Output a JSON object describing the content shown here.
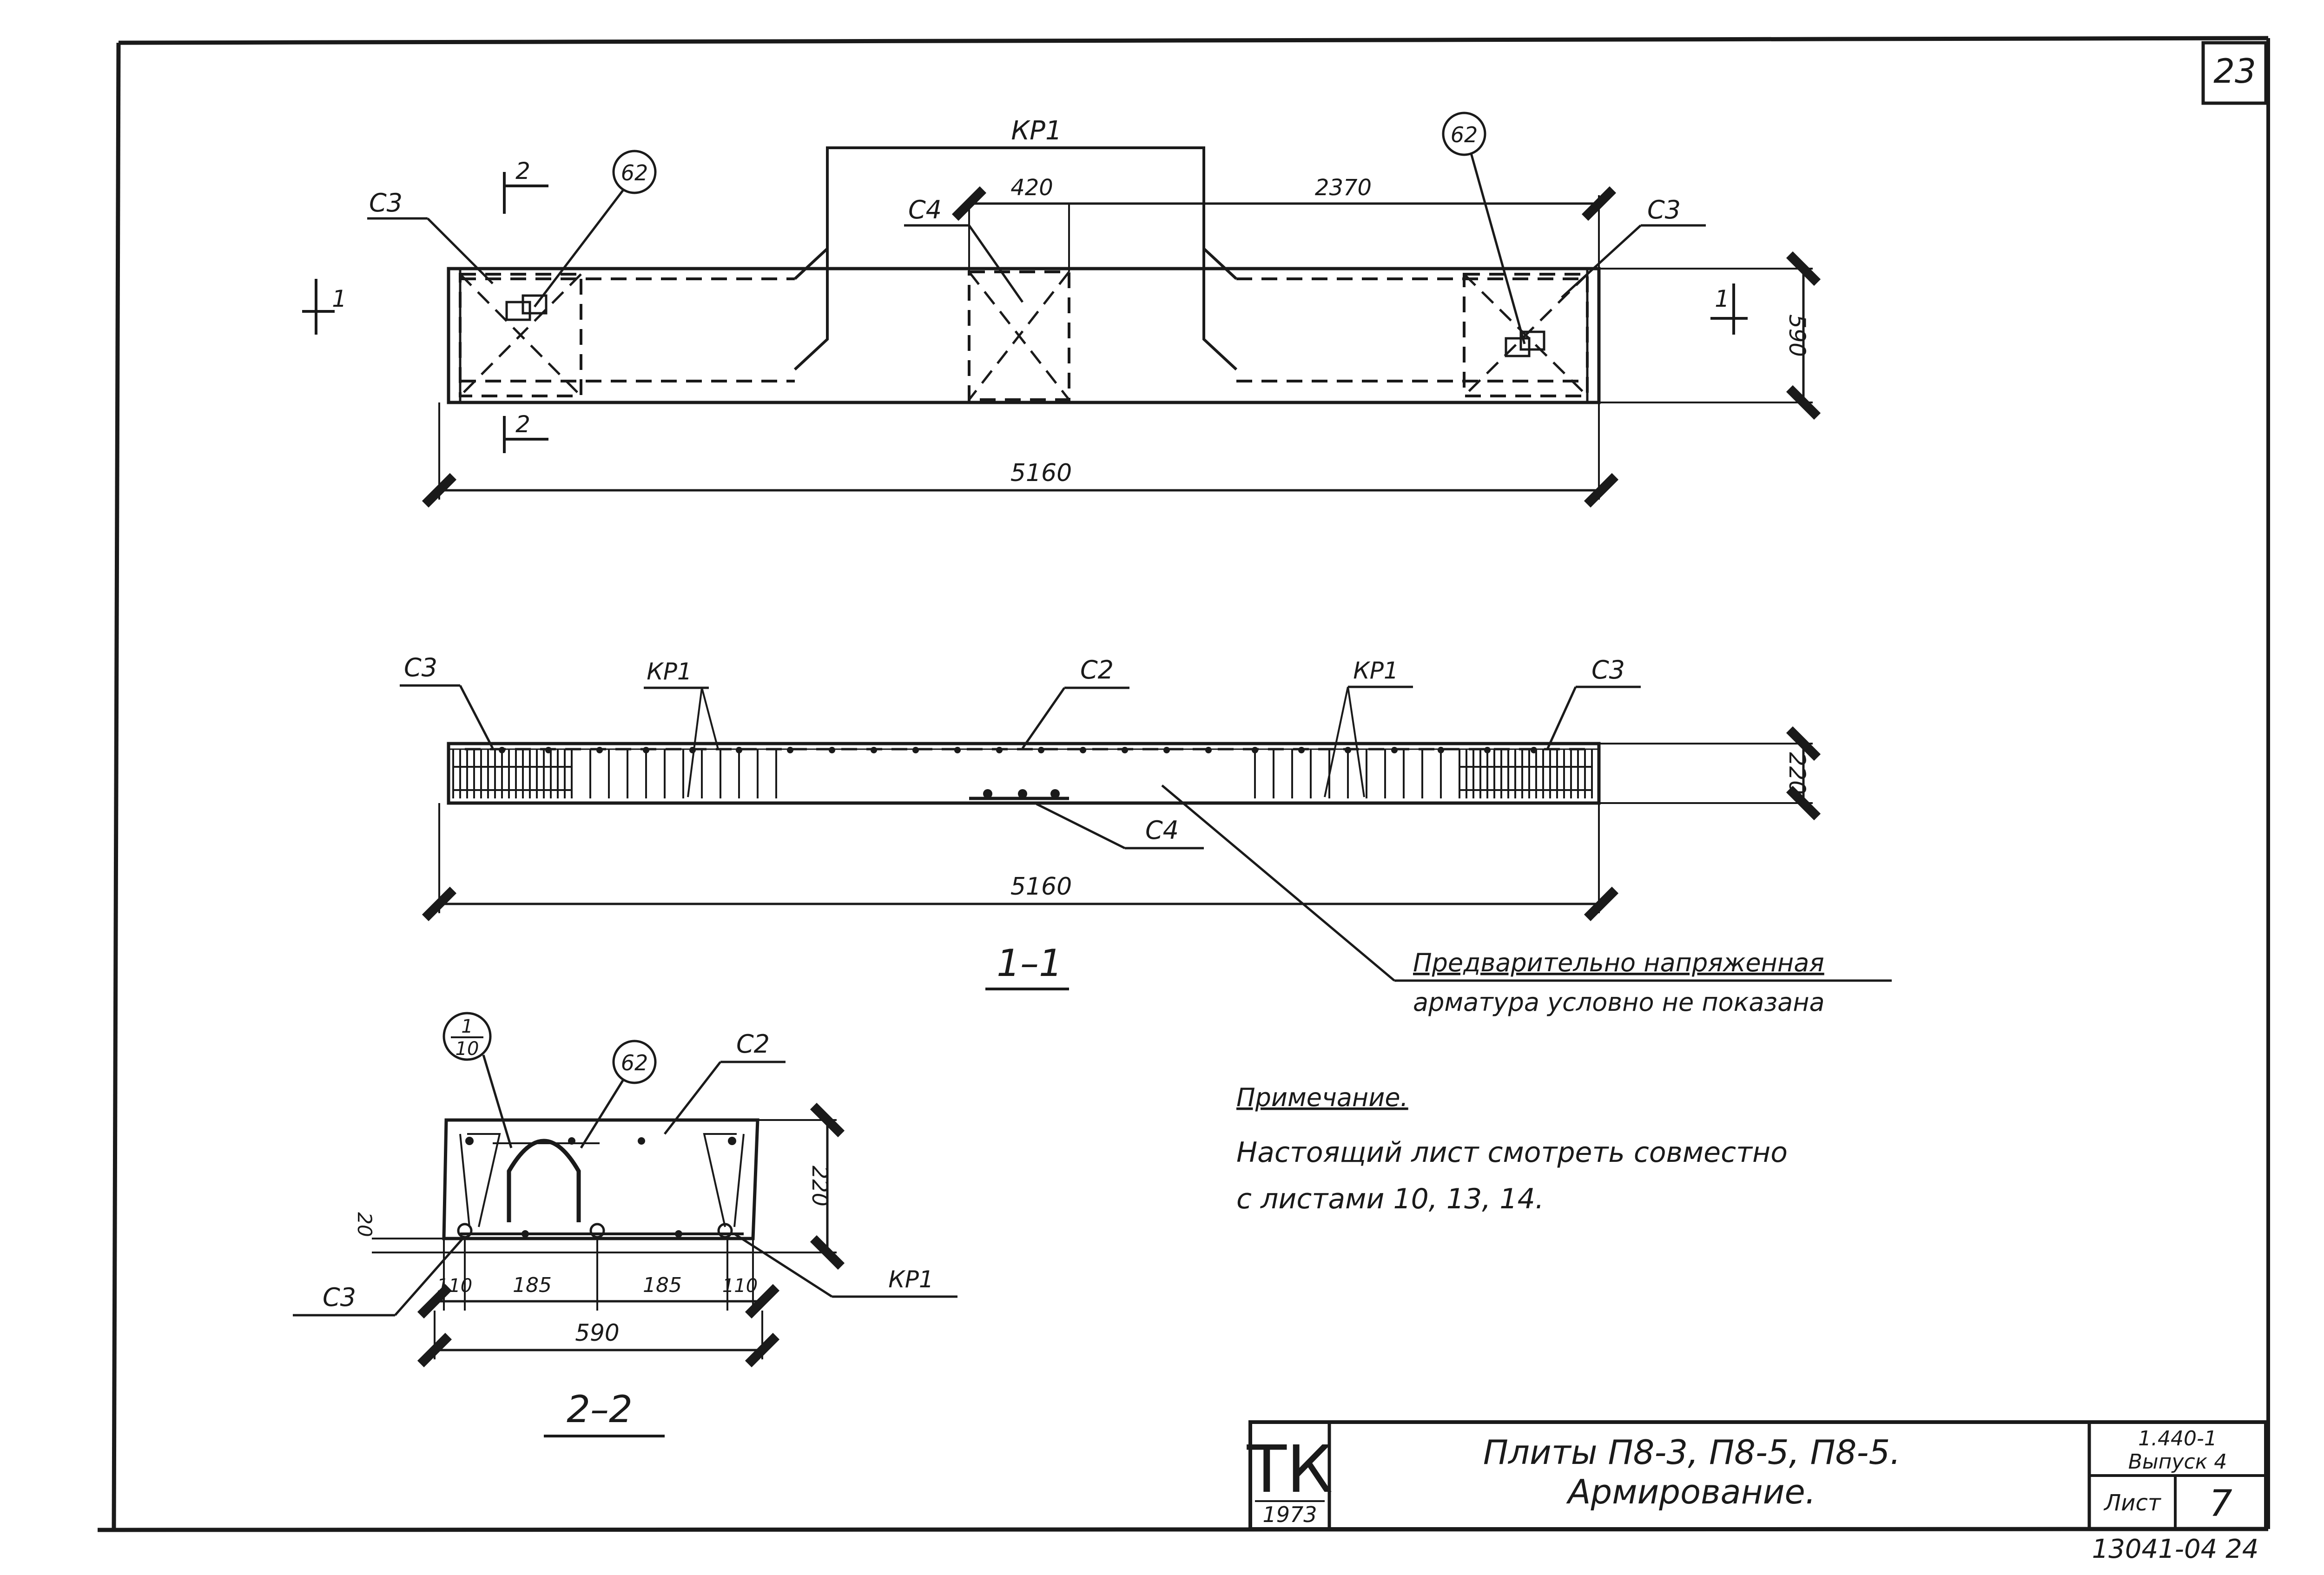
{
  "sheet_corner_number": "23",
  "plan_view": {
    "frame_label": "КР1",
    "left_label": "С3",
    "right_label": "С3",
    "mid_label": "С4",
    "mark_left": "62",
    "mark_right": "62",
    "dim_420": "420",
    "dim_2370": "2370",
    "dim_590": "590",
    "dim_5160": "5160",
    "section_2_top": "2",
    "section_2_bottom": "2",
    "section_1_left": "1",
    "section_1_right": "1"
  },
  "section_1_1": {
    "title": "1–1",
    "label_c3_left": "С3",
    "label_kr1_left": "КР1",
    "label_c2": "С2",
    "label_kr1_right": "КР1",
    "label_c3_right": "С3",
    "label_c4": "С4",
    "dim_220": "220",
    "dim_5160": "5160",
    "note_line1": "Предварительно напряженная",
    "note_line2": "арматура условно не показана"
  },
  "section_2_2": {
    "title": "2–2",
    "ref_top": "1",
    "ref_bottom": "10",
    "mark_62": "62",
    "label_c2": "С2",
    "label_c3": "С3",
    "label_kr1": "КР1",
    "dim_220": "220",
    "dim_20": "20",
    "dim_110_left": "110",
    "dim_185_left": "185",
    "dim_185_right": "185",
    "dim_110_right": "110",
    "dim_590": "590"
  },
  "note": {
    "heading": "Примечание.",
    "line1": "Настоящий лист смотреть совместно",
    "line2": "с листами 10, 13, 14."
  },
  "title_block": {
    "logo": "ТК",
    "year": "1973",
    "title_line1": "Плиты П8-3, П8-5, П8-5.",
    "title_line2": "Армирование.",
    "series": "1.440-1",
    "issue": "Выпуск 4",
    "sheet_label": "Лист",
    "sheet_number": "7",
    "archive_number": "13041-04 24"
  }
}
